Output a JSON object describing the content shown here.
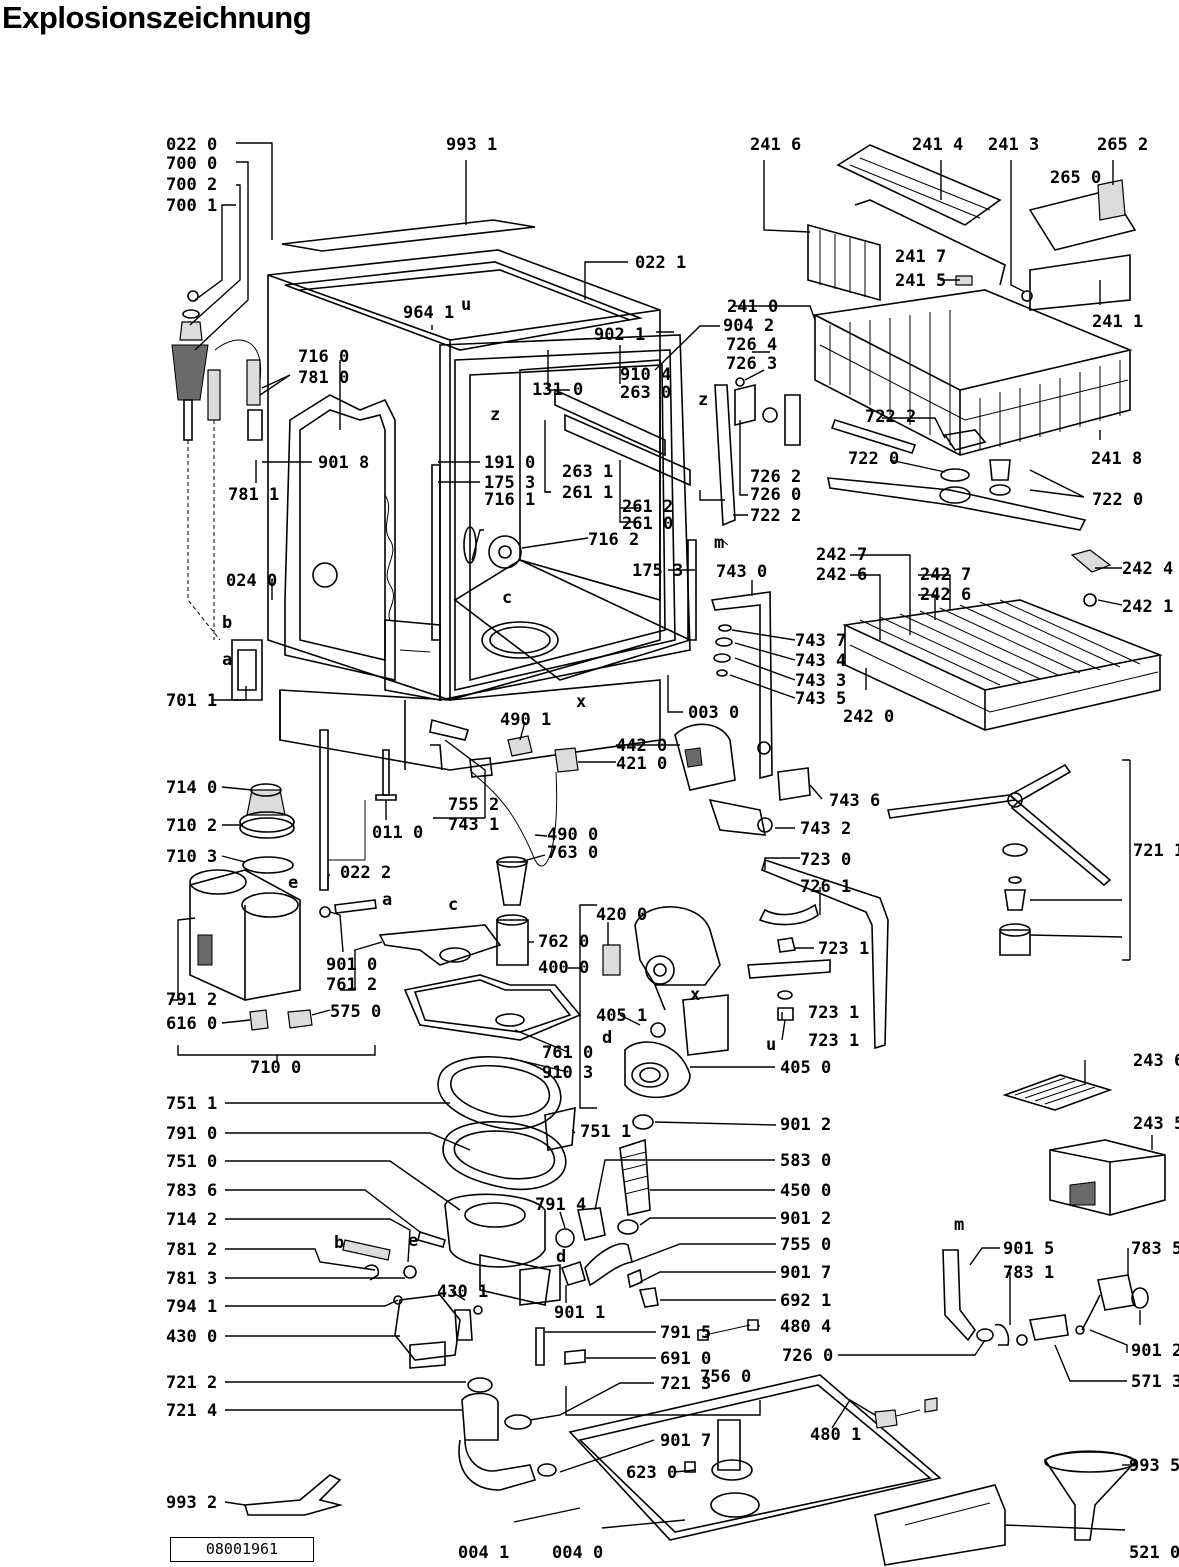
{
  "title": "Explosionszeichnung",
  "document_number": "08001961",
  "labels": [
    "022 0",
    "700 0",
    "700 2",
    "700 1",
    "993 1",
    "241 6",
    "241 4",
    "241 3",
    "265 2",
    "265 0",
    "022 1",
    "241 7",
    "241 5",
    "964 1",
    "902 1",
    "904 2",
    "241 0",
    "716 0",
    "781 0",
    "131 0",
    "910 4",
    "263 0",
    "726 4",
    "726 3",
    "901 8",
    "191 0",
    "175 3",
    "263 1",
    "261 1",
    "261 2",
    "261 0",
    "726 2",
    "726 0",
    "722 2",
    "722 2",
    "722 0",
    "722 0",
    "241 8",
    "241 1",
    "781 1",
    "716 1",
    "716 2",
    "024 0",
    "175 3",
    "743 0",
    "242 7",
    "242 6",
    "242 7",
    "242 6",
    "242 4",
    "242 1",
    "743 7",
    "743 4",
    "743 3",
    "743 5",
    "242 0",
    "701 1",
    "003 0",
    "490 1",
    "442 0",
    "421 0",
    "743 6",
    "714 0",
    "755 2",
    "743 1",
    "011 0",
    "710 2",
    "490 0",
    "763 0",
    "743 2",
    "721 1",
    "710 3",
    "022 2",
    "723 0",
    "726 1",
    "420 0",
    "762 0",
    "723 1",
    "901 0",
    "761 2",
    "400 0",
    "791 2",
    "616 0",
    "575 0",
    "405 1",
    "723 1",
    "723 1",
    "761 0",
    "910 3",
    "405 0",
    "710 0",
    "243 6",
    "751 1",
    "901 2",
    "751 1",
    "243 5",
    "791 0",
    "583 0",
    "751 0",
    "450 0",
    "783 6",
    "791 4",
    "901 2",
    "714 2",
    "755 0",
    "781 2",
    "901 5",
    "783 5",
    "781 3",
    "430 1",
    "901 7",
    "783 1",
    "794 1",
    "901 1",
    "692 1",
    "430 0",
    "791 5",
    "480 4",
    "901 2",
    "691 0",
    "726 0",
    "571 3",
    "721 2",
    "756 0",
    "721 3",
    "721 4",
    "901 7",
    "480 1",
    "993 5",
    "623 0",
    "993 2",
    "004 1",
    "004 0",
    "521 0"
  ],
  "letter_markers": [
    "u",
    "z",
    "z",
    "m",
    "c",
    "x",
    "b",
    "a",
    "e",
    "a",
    "c",
    "x",
    "d",
    "u",
    "d",
    "b",
    "e",
    "m"
  ]
}
